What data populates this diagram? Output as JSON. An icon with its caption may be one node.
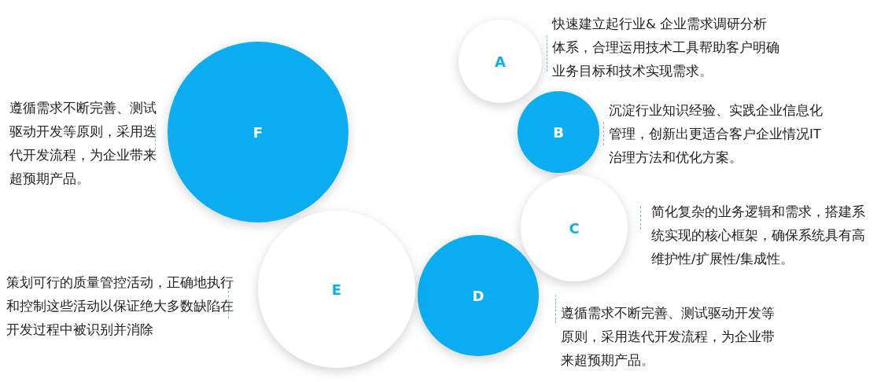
{
  "diagram": {
    "nodes": [
      {
        "text": [
          "F"
        ],
        "beside": [
          "遵循需求不断完善、测试驱动开发等原则，采用迭代开发流程，为企业带来超预期产品。"
        ]
      },
      {
        "text": [
          "A"
        ],
        "beside": [
          "快速建立起行业& 企业需求调研分析体系，合理运用技术工具帮助客户明确业务目标和技术实现需求。"
        ]
      },
      {
        "text": [
          "B"
        ],
        "beside": [
          "沉淀行业知识经验、实践企业信息化管理，创新出更适合客户企业情况IT治理方法和优化方案。"
        ]
      },
      {
        "text": [
          "C"
        ],
        "beside": [
          "简化复杂的业务逻辑和需求，搭建系统实现的核心框架，确保系统具有高维护性/扩展性/集成性。"
        ]
      },
      {
        "text": [
          "E"
        ],
        "beside": [
          "策划可行的质量管控活动，正确地执行和控制这些活动以保证绝大多数缺陷在开发过程中被识别并消除"
        ]
      },
      {
        "text": [
          "D"
        ],
        "beside": [
          "遵循需求不断完善、测试驱动开发等原则，采用迭代开发流程，为企业带来超预期产品。"
        ]
      }
    ]
  }
}
